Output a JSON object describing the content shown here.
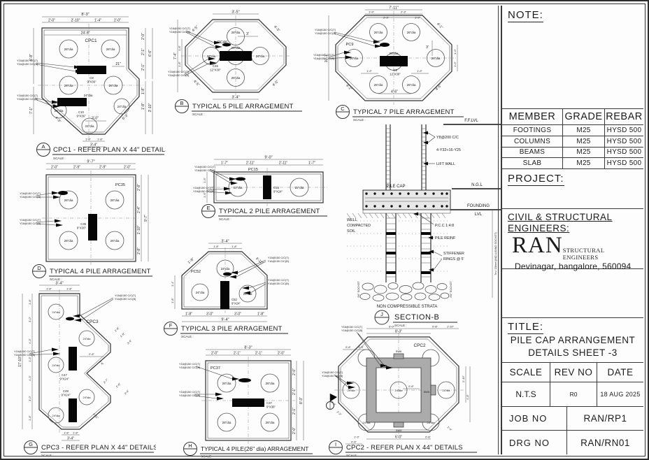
{
  "common": {
    "scale_label": "SCALE :",
    "rebar_top": "Y16@150 C/C(T)",
    "rebar_bot": "Y16@150 C/C(B)"
  },
  "panel": {
    "note_label": "NOTE:",
    "member_table": {
      "headers": [
        "MEMBER",
        "GRADE",
        "REBAR"
      ],
      "rows": [
        [
          "FOOTINGS",
          "M25",
          "HYSD 500"
        ],
        [
          "COLUMNS",
          "M25",
          "HYSD 500"
        ],
        [
          "BEAMS",
          "M25",
          "HYSD 500"
        ],
        [
          "SLAB",
          "M25",
          "HYSD 500"
        ]
      ]
    },
    "project_label": "PROJECT:",
    "engineers_label_1": "CIVIL & STRUCTURAL",
    "engineers_label_2": "ENGINEERS:",
    "firm_name": "RAN",
    "firm_suffix": "STRUCTURAL ENGINEERS",
    "firm_address": "Devinagar, bangalore, 560094",
    "title_label": "TITLE:",
    "title_line1": "PILE CAP ARRANGEMENT",
    "title_line2": "DETAILS SHEET -3",
    "scale_head": "SCALE",
    "rev_head": "REV NO",
    "date_head": "DATE",
    "scale_val": "N.T.S",
    "rev_val": "R0",
    "date_val": "18 AUG 2025",
    "job_label": "JOB NO",
    "job_val": "RAN/RP1",
    "drg_label": "DRG NO",
    "drg_val": "RAN/RN01"
  },
  "diagrams": {
    "a": {
      "letter": "A",
      "title": "CPC1 - REFER PLAN X 44\" DETAILS",
      "cap": "CPC1",
      "pile26": "26\"dia",
      "pile24": "24\"dia",
      "top_total": "8'-3\"",
      "t1": "2'-0\"",
      "t2": "2'-10\"",
      "t3": "1'-4\"",
      "t4": "2'-0\"",
      "inner_w": "24'-9\"",
      "left1": "6'-8\"",
      "left2": "7'-1\"",
      "r1": "2'-0\"",
      "r2": "2'-1\"",
      "r3": "2'-1\"",
      "r4": "6'-6\"",
      "r5": "1'-8\"",
      "r6": "1'-8\"",
      "r7": "3'-10\"",
      "b1": "1'-8\"",
      "b2": "1'-8\"",
      "b3": "3'-4\"",
      "dl": "4'-3\"",
      "dr": "6'-3\"",
      "d21": "21\"",
      "d30": "3'-0\"",
      "col1": "C8",
      "col1s": "9\"X36\"",
      "col2": "C10",
      "col2s": "9\"X36\""
    },
    "b": {
      "letter": "B",
      "title": "TYPICAL 5 PILE ARRAGEMENT",
      "cap": "PC46",
      "pile": "26\"dia",
      "col": "C46",
      "cols": "12\"X30\"",
      "top": "3'-5\"",
      "bottom": "3'-4\"",
      "dtl": "4'-5\"",
      "dtr": "4'-3\"",
      "dbl": "4'-5\"",
      "dbr": "4'-5\"",
      "lt": "7'-4\"",
      "l1": "1'-8\"",
      "l2": "1'-8\"",
      "in1": "3'"
    },
    "c": {
      "letter": "C",
      "title": "TYPICAL 7 PILE ARRAGEMENT",
      "cap": "PC9",
      "pile": "26\"dia",
      "col": "C9",
      "cols": "12\"X30\"",
      "top_total": "7'-11\"",
      "t1": "1'-9\"",
      "t2": "2'-3\"",
      "t3": "2'-3\"",
      "t4": "1'-9\"",
      "left": "10'-1\"",
      "r1": "1'-0\"",
      "r2": "1'-0\"",
      "dtr": "4'-1\"",
      "dbr": "4'-5\"",
      "dbl": "4'-1\"",
      "bottom": "4'-6\"",
      "in1": "1'-9\"",
      "in2": "1'-9\"",
      "in3": "3'"
    },
    "d": {
      "letter": "D",
      "title": "TYPICAL 4 PILE ARRAGEMENT",
      "cap": "PC35",
      "pile": "26\"dia",
      "col": "C35",
      "cols": "9\"X30\"",
      "top_total": "9'-7\"",
      "t1": "2'-0\"",
      "t2": "2'-9\"",
      "t3": "2'-9\"",
      "t4": "2'-0\"",
      "right_total": "9'-7\"",
      "r1": "2'-8\"",
      "r2": "2'-4\"",
      "r3": "1'-10\"",
      "r4": "2'-8\""
    },
    "e": {
      "letter": "E",
      "title": "TYPICAL 2 PILE ARRAGEMENT",
      "cap": "PC15",
      "pile": "22\"dia",
      "col": "C15",
      "cols": "9\"X24\"",
      "top_total": "9'-0\"",
      "t1": "1'-7\"",
      "t2": "2'-11\"",
      "t3": "2'-11\"",
      "t4": "1'-7\"",
      "l1": "1'-5\"",
      "l2": "1'-5\""
    },
    "f": {
      "letter": "F",
      "title": "TYPICAL 3 PILE ARRAGEMENT",
      "cap": "PC52",
      "pile": "24\"dia",
      "col": "C52",
      "cols": "9\"X24\"",
      "top": "3'-4\"",
      "t1": "1'-8\"",
      "t2": "1'-8\"",
      "dl": "1'-8\"",
      "dr": "3'-11\"",
      "l1": "1'-4\"",
      "l2": "1'-8\"",
      "bottom_total": "9'-4\"",
      "b1": "1'-8\"",
      "b2": "3'-0\"",
      "b3": "3'-0\"",
      "b4": "1'-8\""
    },
    "g": {
      "letter": "G",
      "title": "CPC3 - REFER PLAN X 44\" DETAILS",
      "cap": "CPC3",
      "pile": "24\"dia",
      "col1": "C47",
      "col1s": "9\"X24\"",
      "col2": "C49",
      "col2s": "9\"X24\"",
      "top": "3'-4\"",
      "t1": "1'-8\"",
      "t2": "1'-8\"",
      "left_total": "17'-10\"",
      "l1": "1'-8\"",
      "l2": "3'-0\"",
      "l3": "4'-3\"",
      "l4": "1'-3\"",
      "l5": "4'-3\"",
      "l6": "3'-0\"",
      "l7": "1'-8\"",
      "r1": "1'-8\"",
      "r2": "1'-8\"",
      "r3": "3'-4\"",
      "r4": "2'-6\"",
      "r5": "2'-7\"",
      "r6": "1'-8\"",
      "r7": "3'-4\"",
      "r8": "3'-11\"",
      "in1": "2'-6\"",
      "b1": "1'-8\"",
      "b2": "1'-8\"",
      "b3": "3'-4\""
    },
    "h": {
      "letter": "H",
      "title": "TYPICAL 4 PILE(26\" dia) ARRAGEMENT",
      "cap": "PC37",
      "pile": "26\"dia",
      "col": "C37",
      "cols": "9\"X36\"",
      "top_total": "8'-3\"",
      "t1": "2'-0\"",
      "t2": "2'-1\"",
      "t3": "2'-1\"",
      "t4": "2'-0\"",
      "right_total": "8'-3\"",
      "r1": "2'-0\"",
      "r2": "2'-1\"",
      "r3": "2'-1\"",
      "r4": "2'-0\""
    },
    "i": {
      "letter": "I",
      "title": "CPC2 - REFER PLAN X 44\" DETAILS",
      "cap": "CPC2",
      "pile": "24\"dia",
      "sw_top": "SW6",
      "sw_right": "SW5",
      "sw_bottom": "SW5",
      "t1": "6'-0\"",
      "t2": "0'-6\"",
      "t3": "1'-10\"",
      "t_total": "8'-3\"",
      "l1": "0'-6\"",
      "l2": "1'-3\"",
      "l3": "0'-2\"",
      "l4": "2'-2\"",
      "r1": "2'-10\"",
      "r2": "4'-8\"",
      "r3": "1'-4\"",
      "in1": "0'-6\"",
      "b1": "1'-3\"",
      "b2": "6'-0\"",
      "b3": "0'-6\"",
      "b4": "0'-6\""
    },
    "j": {
      "letter": "J",
      "title": "SECTION-B",
      "ffl": "F.F.LVL",
      "y8": "Y8@200 C/C",
      "y32": "4-Y32+16-Y25",
      "lift": "LIFT WALL",
      "pilecap": "PILE CAP",
      "ngl": "N.G.L",
      "found1": "FOUNDING",
      "found2": "LVL",
      "soil1": "WELL",
      "soil2": "COMPACTED",
      "soil3": "SOIL",
      "pcc": "P.C.C 1:4:8",
      "reinf": "PILE REINF",
      "stiff1": "STIFFENER",
      "stiff2": "RINGS @ 5'",
      "depth": "7m / 23feet (INCLUDING SOCKET)",
      "socket": "3'6\" SOCKET",
      "strata": "NON COMPRESSIBLE STRATA"
    }
  }
}
